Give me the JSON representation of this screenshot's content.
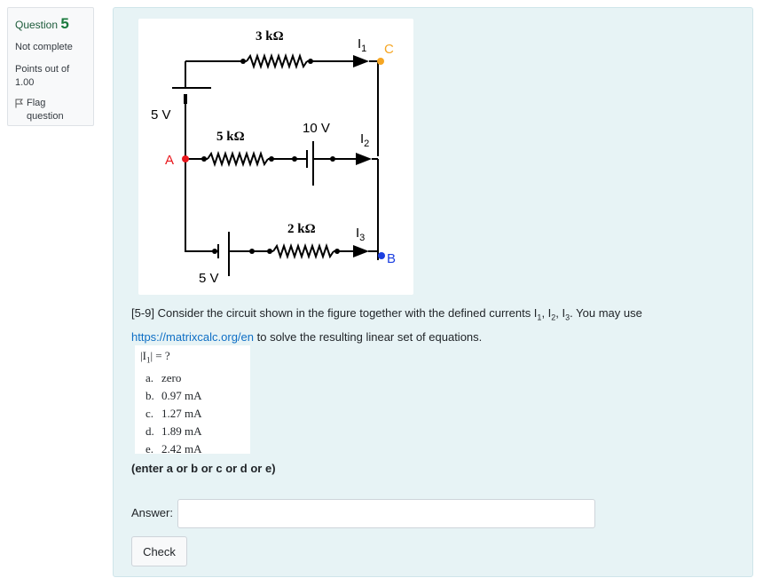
{
  "info": {
    "question_label": "Question",
    "question_number": "5",
    "state": "Not complete",
    "grade_line1": "Points out of",
    "grade_line2": "1.00",
    "flag_line1": "Flag",
    "flag_line2": "question"
  },
  "circuit": {
    "top_resistor": "3 kΩ",
    "middle_resistor": "5 kΩ",
    "bottom_resistor": "2 kΩ",
    "left_battery": "5 V",
    "middle_battery": "10 V",
    "bottom_battery": "5 V",
    "current_1": "I",
    "current_1_sub": "1",
    "current_2": "I",
    "current_2_sub": "2",
    "current_3": "I",
    "current_3_sub": "3",
    "node_a": "A",
    "node_b": "B",
    "node_c": "C",
    "colors": {
      "node_a": "#e8161b",
      "node_b": "#1b3fe0",
      "node_c": "#f5a623"
    }
  },
  "question": {
    "text_before": "[5-9] Consider the circuit shown in the figure together with the defined currents I",
    "sub1": "1",
    "sep1": ", I",
    "sub2": "2",
    "sep2": ", I",
    "sub3": "3",
    "text_after_currents": ". You may use ",
    "link_text": "https://matrixcalc.org/en",
    "text_end": " to solve the resulting linear set of equations."
  },
  "choices": {
    "prompt": "|I",
    "prompt_sub": "1",
    "prompt_end": "| = ?",
    "items": [
      {
        "letter": "a.",
        "text": "zero"
      },
      {
        "letter": "b.",
        "text": "0.97 mA"
      },
      {
        "letter": "c.",
        "text": "1.27 mA"
      },
      {
        "letter": "d.",
        "text": "1.89 mA"
      },
      {
        "letter": "e.",
        "text": "2.42 mA"
      }
    ]
  },
  "hint": "(enter a or b or c or d or e)",
  "answer": {
    "label": "Answer:",
    "value": "",
    "placeholder": ""
  },
  "check_label": "Check",
  "colors": {
    "accent_green": "#1a7a3d",
    "link": "#0f6fc5",
    "panel_bg": "#e7f3f5"
  }
}
